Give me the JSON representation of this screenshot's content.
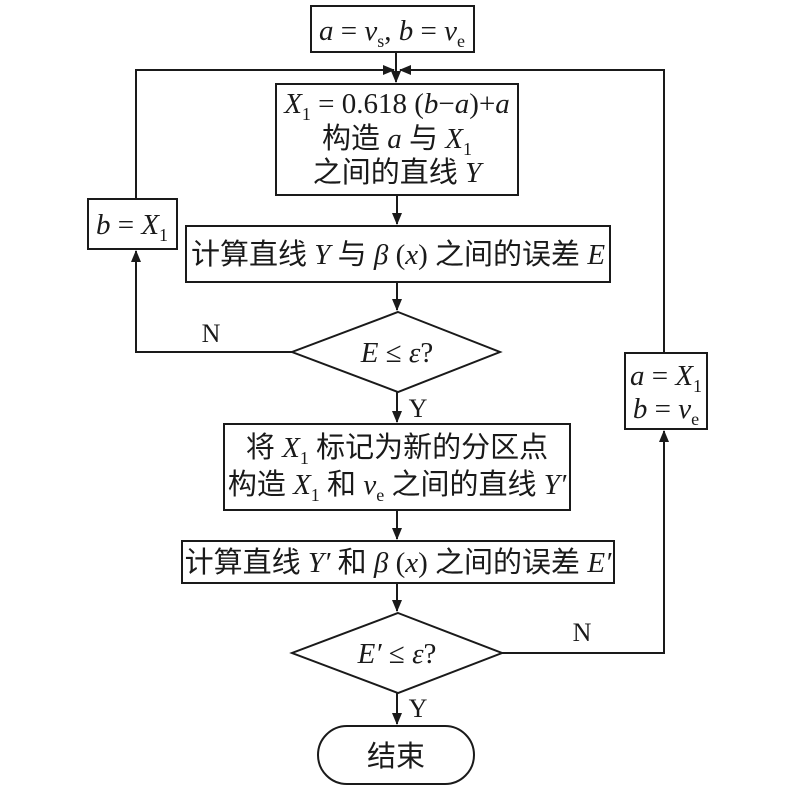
{
  "colors": {
    "ink": "#1a1a1a",
    "background": "#ffffff"
  },
  "nodes": {
    "init": {
      "type": "process",
      "text": "a = vs, b = ve"
    },
    "compute_x1": {
      "type": "process",
      "lines": [
        "X1 = 0.618 (b−a)+a",
        "构造 a 与 X1",
        "之间的直线 Y"
      ]
    },
    "compute_error_e": {
      "type": "process",
      "text": "计算直线 Y 与 β (x) 之间的误差 E"
    },
    "decision_e": {
      "type": "decision",
      "text": "E ≤ ε?"
    },
    "set_b": {
      "type": "process",
      "text": "b = X1"
    },
    "mark_partition": {
      "type": "process",
      "lines": [
        "将 X1 标记为新的分区点",
        "构造 X1 和 ve 之间的直线 Y′"
      ]
    },
    "compute_error_e_prime": {
      "type": "process",
      "text": "计算直线 Y′ 和 β (x) 之间的误差 E′"
    },
    "decision_e_prime": {
      "type": "decision",
      "text": "E′ ≤ ε?"
    },
    "set_a_b": {
      "type": "process",
      "lines": [
        "a = X1",
        "b = ve"
      ]
    },
    "end": {
      "type": "terminal",
      "text": "结束"
    }
  },
  "edge_labels": {
    "decision_e_no": "N",
    "decision_e_yes": "Y",
    "decision_e_prime_no": "N",
    "decision_e_prime_yes": "Y"
  },
  "edges": [
    {
      "from": "init",
      "to": "compute_x1"
    },
    {
      "from": "compute_x1",
      "to": "compute_error_e"
    },
    {
      "from": "compute_error_e",
      "to": "decision_e"
    },
    {
      "from": "decision_e",
      "to": "set_b",
      "label": "N"
    },
    {
      "from": "set_b",
      "to": "compute_x1"
    },
    {
      "from": "decision_e",
      "to": "mark_partition",
      "label": "Y"
    },
    {
      "from": "mark_partition",
      "to": "compute_error_e_prime"
    },
    {
      "from": "compute_error_e_prime",
      "to": "decision_e_prime"
    },
    {
      "from": "decision_e_prime",
      "to": "set_a_b",
      "label": "N"
    },
    {
      "from": "set_a_b",
      "to": "compute_x1"
    },
    {
      "from": "decision_e_prime",
      "to": "end",
      "label": "Y"
    }
  ]
}
